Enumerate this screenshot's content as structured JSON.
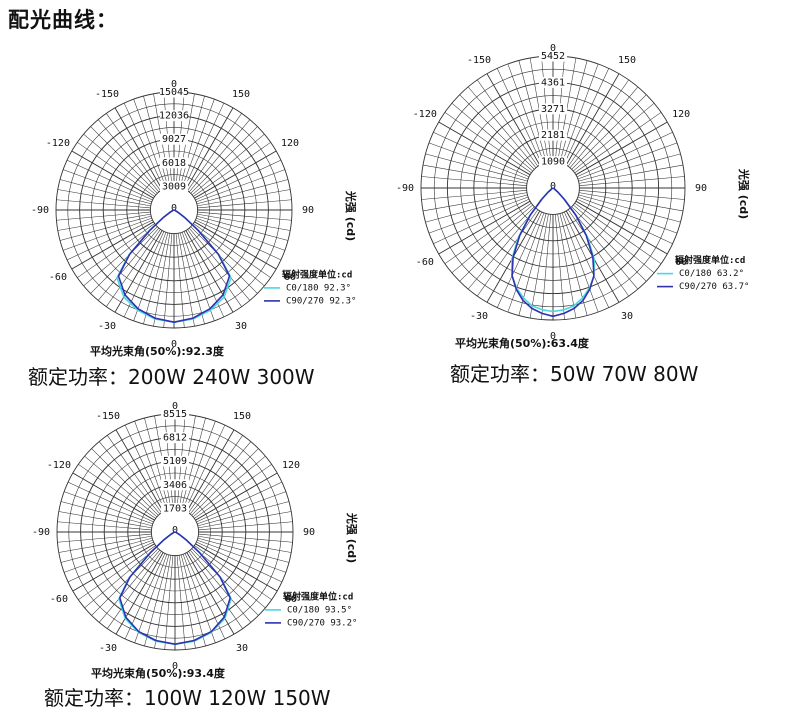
{
  "page": {
    "title": "配光曲线："
  },
  "chart_data": [
    {
      "type": "polar",
      "angle_labels": [
        "-150",
        "150",
        "-120",
        "120",
        "-90",
        "90",
        "-60",
        "60",
        "-30",
        "30",
        "0",
        "0"
      ],
      "radial_ticks": [
        3009,
        6018,
        9027,
        12036,
        15045
      ],
      "rmax": 15045,
      "ylabel": "光强 (cd)",
      "legend_title": "辐射强度单位:cd",
      "series": [
        {
          "name": "C0/180",
          "beam_angle": "92.3°",
          "color": "#48d8e0",
          "points": [
            [
              0,
              14300
            ],
            [
              10,
              14100
            ],
            [
              20,
              13600
            ],
            [
              30,
              12800
            ],
            [
              40,
              11300
            ],
            [
              45,
              8200
            ],
            [
              50,
              4200
            ],
            [
              55,
              1700
            ],
            [
              60,
              700
            ],
            [
              70,
              200
            ],
            [
              90,
              0
            ]
          ]
        },
        {
          "name": "C90/270",
          "beam_angle": "92.3°",
          "color": "#3030b0",
          "points": [
            [
              0,
              14300
            ],
            [
              10,
              14000
            ],
            [
              20,
              13400
            ],
            [
              30,
              12500
            ],
            [
              40,
              11000
            ],
            [
              45,
              8000
            ],
            [
              50,
              4000
            ],
            [
              55,
              1600
            ],
            [
              60,
              600
            ],
            [
              70,
              150
            ],
            [
              90,
              0
            ]
          ]
        }
      ],
      "footer": "平均光束角(50%):92.3度",
      "caption": "额定功率：200W 240W 300W"
    },
    {
      "type": "polar",
      "angle_labels": [
        "-150",
        "150",
        "-120",
        "120",
        "-90",
        "90",
        "-60",
        "60",
        "-30",
        "30",
        "0",
        "0"
      ],
      "radial_ticks": [
        1090,
        2181,
        3271,
        4361,
        5452
      ],
      "rmax": 5452,
      "ylabel": "光强 (cd)",
      "legend_title": "辐射强度单位:cd",
      "series": [
        {
          "name": "C0/180",
          "beam_angle": "63.2°",
          "color": "#48d8e0",
          "points": [
            [
              0,
              5100
            ],
            [
              5,
              5050
            ],
            [
              10,
              4950
            ],
            [
              15,
              4700
            ],
            [
              20,
              4400
            ],
            [
              25,
              4000
            ],
            [
              30,
              3400
            ],
            [
              35,
              2500
            ],
            [
              40,
              1500
            ],
            [
              45,
              700
            ],
            [
              50,
              300
            ],
            [
              60,
              60
            ],
            [
              90,
              0
            ]
          ]
        },
        {
          "name": "C90/270",
          "beam_angle": "63.7°",
          "color": "#3030b0",
          "points": [
            [
              0,
              5300
            ],
            [
              5,
              5200
            ],
            [
              10,
              5050
            ],
            [
              15,
              4800
            ],
            [
              20,
              4450
            ],
            [
              25,
              4000
            ],
            [
              30,
              3300
            ],
            [
              35,
              2400
            ],
            [
              40,
              1450
            ],
            [
              45,
              650
            ],
            [
              50,
              250
            ],
            [
              60,
              50
            ],
            [
              90,
              0
            ]
          ]
        }
      ],
      "footer": "平均光束角(50%):63.4度",
      "caption": "额定功率：50W 70W 80W"
    },
    {
      "type": "polar",
      "angle_labels": [
        "-150",
        "150",
        "-120",
        "120",
        "-90",
        "90",
        "-60",
        "60",
        "-30",
        "30",
        "0",
        "0"
      ],
      "radial_ticks": [
        1703,
        3406,
        5109,
        6812,
        8515
      ],
      "rmax": 8515,
      "ylabel": "光强 (cd)",
      "legend_title": "辐射强度单位:cd",
      "series": [
        {
          "name": "C0/180",
          "beam_angle": "93.5°",
          "color": "#48d8e0",
          "points": [
            [
              0,
              8100
            ],
            [
              10,
              8000
            ],
            [
              20,
              7700
            ],
            [
              30,
              7200
            ],
            [
              40,
              6300
            ],
            [
              45,
              4700
            ],
            [
              50,
              2400
            ],
            [
              55,
              1000
            ],
            [
              60,
              400
            ],
            [
              70,
              100
            ],
            [
              90,
              0
            ]
          ]
        },
        {
          "name": "C90/270",
          "beam_angle": "93.2°",
          "color": "#3030b0",
          "points": [
            [
              0,
              8100
            ],
            [
              10,
              7950
            ],
            [
              20,
              7650
            ],
            [
              30,
              7100
            ],
            [
              40,
              6200
            ],
            [
              45,
              4600
            ],
            [
              50,
              2300
            ],
            [
              55,
              950
            ],
            [
              60,
              350
            ],
            [
              70,
              90
            ],
            [
              90,
              0
            ]
          ]
        }
      ],
      "footer": "平均光束角(50%):93.4度",
      "caption": "额定功率：100W  120W 150W"
    }
  ]
}
